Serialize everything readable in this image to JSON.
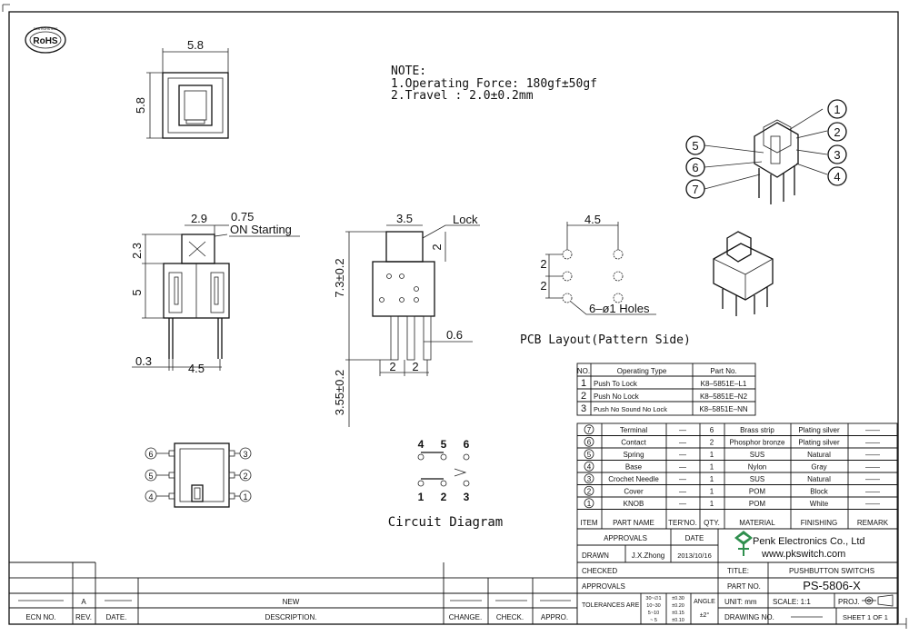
{
  "rohs": "RoHS",
  "rohs_ring": "SGS   ROHS   SGS",
  "note": {
    "title": "NOTE:",
    "line1": "1.Operating  Force:  180gf±50gf",
    "line2": "2.Travel  :  2.0±0.2mm"
  },
  "dims": {
    "top_w": "5.8",
    "top_h": "5.8",
    "front_w": "2.9",
    "front_075": "0.75",
    "on_starting": "ON  Starting",
    "front_23": "2.3",
    "front_5": "5",
    "front_03": "0.3",
    "front_45": "4.5",
    "side_35": "3.5",
    "lock": "Lock",
    "side_2": "2",
    "side_73": "7.3±0.2",
    "side_355": "3.55±0.2",
    "side_06": "0.6",
    "side_2a": "2",
    "side_2b": "2",
    "pcb_45": "4.5",
    "pcb_2a": "2",
    "pcb_2b": "2",
    "pcb_holes": "6–ø1  Holes",
    "pcb_caption": "PCB  Layout(Pattern  Side)"
  },
  "callouts": [
    "1",
    "2",
    "3",
    "4",
    "5",
    "6",
    "7"
  ],
  "circuit": {
    "caption": "Circuit  Diagram",
    "top": [
      "4",
      "5",
      "6"
    ],
    "bottom": [
      "1",
      "2",
      "3"
    ]
  },
  "bottom_view_labels": [
    "6",
    "5",
    "4",
    "3",
    "2",
    "1"
  ],
  "part_table": {
    "headers": [
      "NO.",
      "Operating  Type",
      "Part  No."
    ],
    "rows": [
      [
        "1",
        "Push  To  Lock",
        "K8–5851E–L1"
      ],
      [
        "2",
        "Push  No  Lock",
        "K8–5851E–N2"
      ],
      [
        "3",
        "Push  No  Sound  No  Lock",
        "K8–5851E–NN"
      ]
    ]
  },
  "bom": {
    "headers": [
      "ITEM",
      "PART NAME",
      "TER'NO.",
      "QTY.",
      "MATERIAL",
      "FINISHING",
      "REMARK"
    ],
    "rows": [
      [
        "7",
        "Terminal",
        "—",
        "6",
        "Brass strip",
        "Plating silver",
        "——"
      ],
      [
        "6",
        "Contact",
        "—",
        "2",
        "Phosphor bronze",
        "Plating silver",
        "——"
      ],
      [
        "5",
        "Spring",
        "—",
        "1",
        "SUS",
        "Natural",
        "——"
      ],
      [
        "4",
        "Base",
        "—",
        "1",
        "Nylon",
        "Gray",
        "——"
      ],
      [
        "3",
        "Crochet Needle",
        "—",
        "1",
        "SUS",
        "Natural",
        "——"
      ],
      [
        "2",
        "Cover",
        "—",
        "1",
        "POM",
        "Block",
        "——"
      ],
      [
        "1",
        "KNOB",
        "—",
        "1",
        "POM",
        "White",
        "——"
      ]
    ]
  },
  "title_block": {
    "approvals": "APPROVALS",
    "date": "DATE",
    "drawn": "DRAWN",
    "drawn_by": "J.X.Zhong",
    "drawn_date": "2013/10/16",
    "checked": "CHECKED",
    "approvals2": "APPROVALS",
    "tolerances": "TOLERANCES  ARE",
    "tol_ranges": [
      "30~∅1",
      "10~30",
      "5~10",
      "~ 5"
    ],
    "tol_values": [
      "±0.30",
      "±0.20",
      "±0.15",
      "±0.10"
    ],
    "angle": "ANGLE",
    "angle_val": "±2°",
    "company": "Penk Electronics Co., Ltd",
    "website": "www.pkswitch.com",
    "title_label": "TITLE:",
    "title_val": "PUSHBUTTON  SWITCHS",
    "partno_label": "PART  NO.",
    "partno_val": "PS-5806-X",
    "unit": "UNIT:  mm",
    "scale": "SCALE:   1:1",
    "proj": "PROJ.",
    "drawing_no": "DRAWING  NO.",
    "sheet": "SHEET   1  OF  1"
  },
  "revision": {
    "rev": "A",
    "desc": "NEW",
    "ecn": "ECN  NO.",
    "rev_h": "REV.",
    "date_h": "DATE.",
    "desc_h": "DESCRIPTION.",
    "change_h": "CHANGE.",
    "check_h": "CHECK.",
    "appro_h": "APPRO."
  }
}
